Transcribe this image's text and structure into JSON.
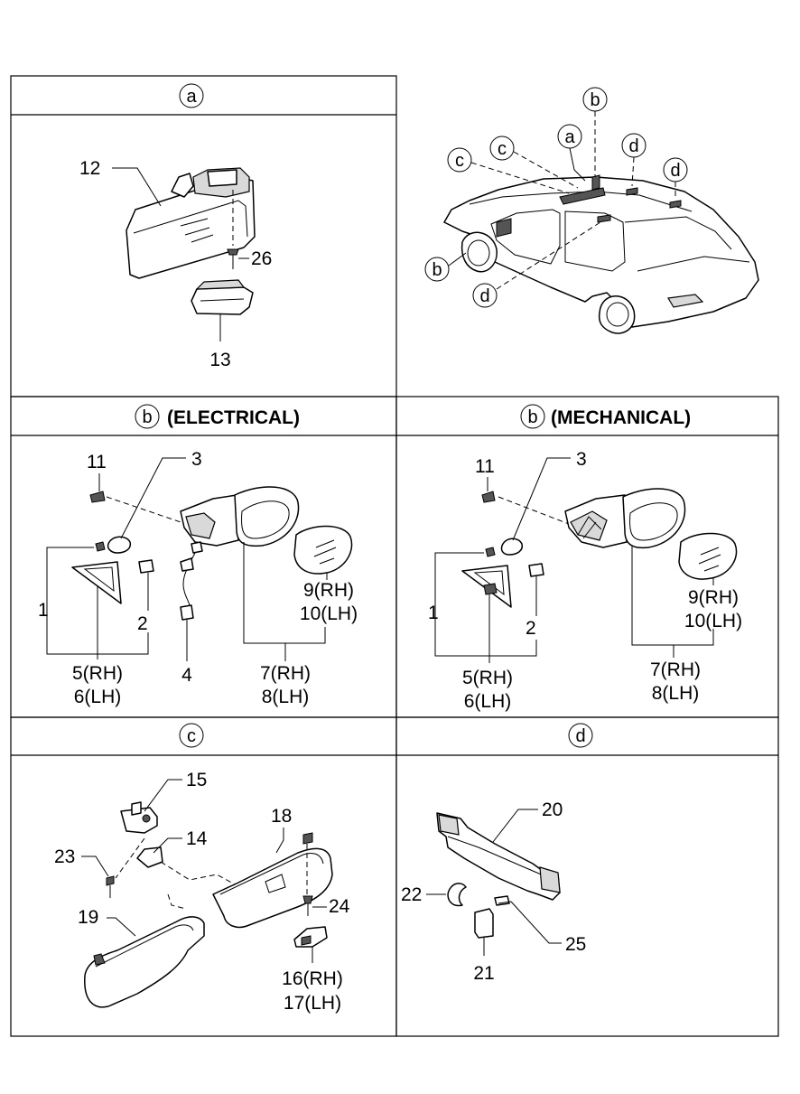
{
  "panels": {
    "a": {
      "letter": "a",
      "parts": [
        "12",
        "26",
        "13"
      ]
    },
    "overview": {
      "callouts": [
        "b",
        "c",
        "c",
        "a",
        "d",
        "d",
        "b",
        "d"
      ]
    },
    "b_electrical": {
      "letter": "b",
      "title": "(ELECTRICAL)",
      "parts": [
        "11",
        "3",
        "1",
        "2",
        "5(RH)",
        "6(LH)",
        "4",
        "7(RH)",
        "8(LH)",
        "9(RH)",
        "10(LH)"
      ]
    },
    "b_mechanical": {
      "letter": "b",
      "title": "(MECHANICAL)",
      "parts": [
        "11",
        "3",
        "1",
        "2",
        "5(RH)",
        "6(LH)",
        "7(RH)",
        "8(LH)",
        "9(RH)",
        "10(LH)"
      ]
    },
    "c": {
      "letter": "c",
      "parts": [
        "15",
        "14",
        "23",
        "18",
        "24",
        "19",
        "16(RH)",
        "17(LH)"
      ]
    },
    "d": {
      "letter": "d",
      "parts": [
        "20",
        "22",
        "25",
        "21"
      ]
    }
  }
}
